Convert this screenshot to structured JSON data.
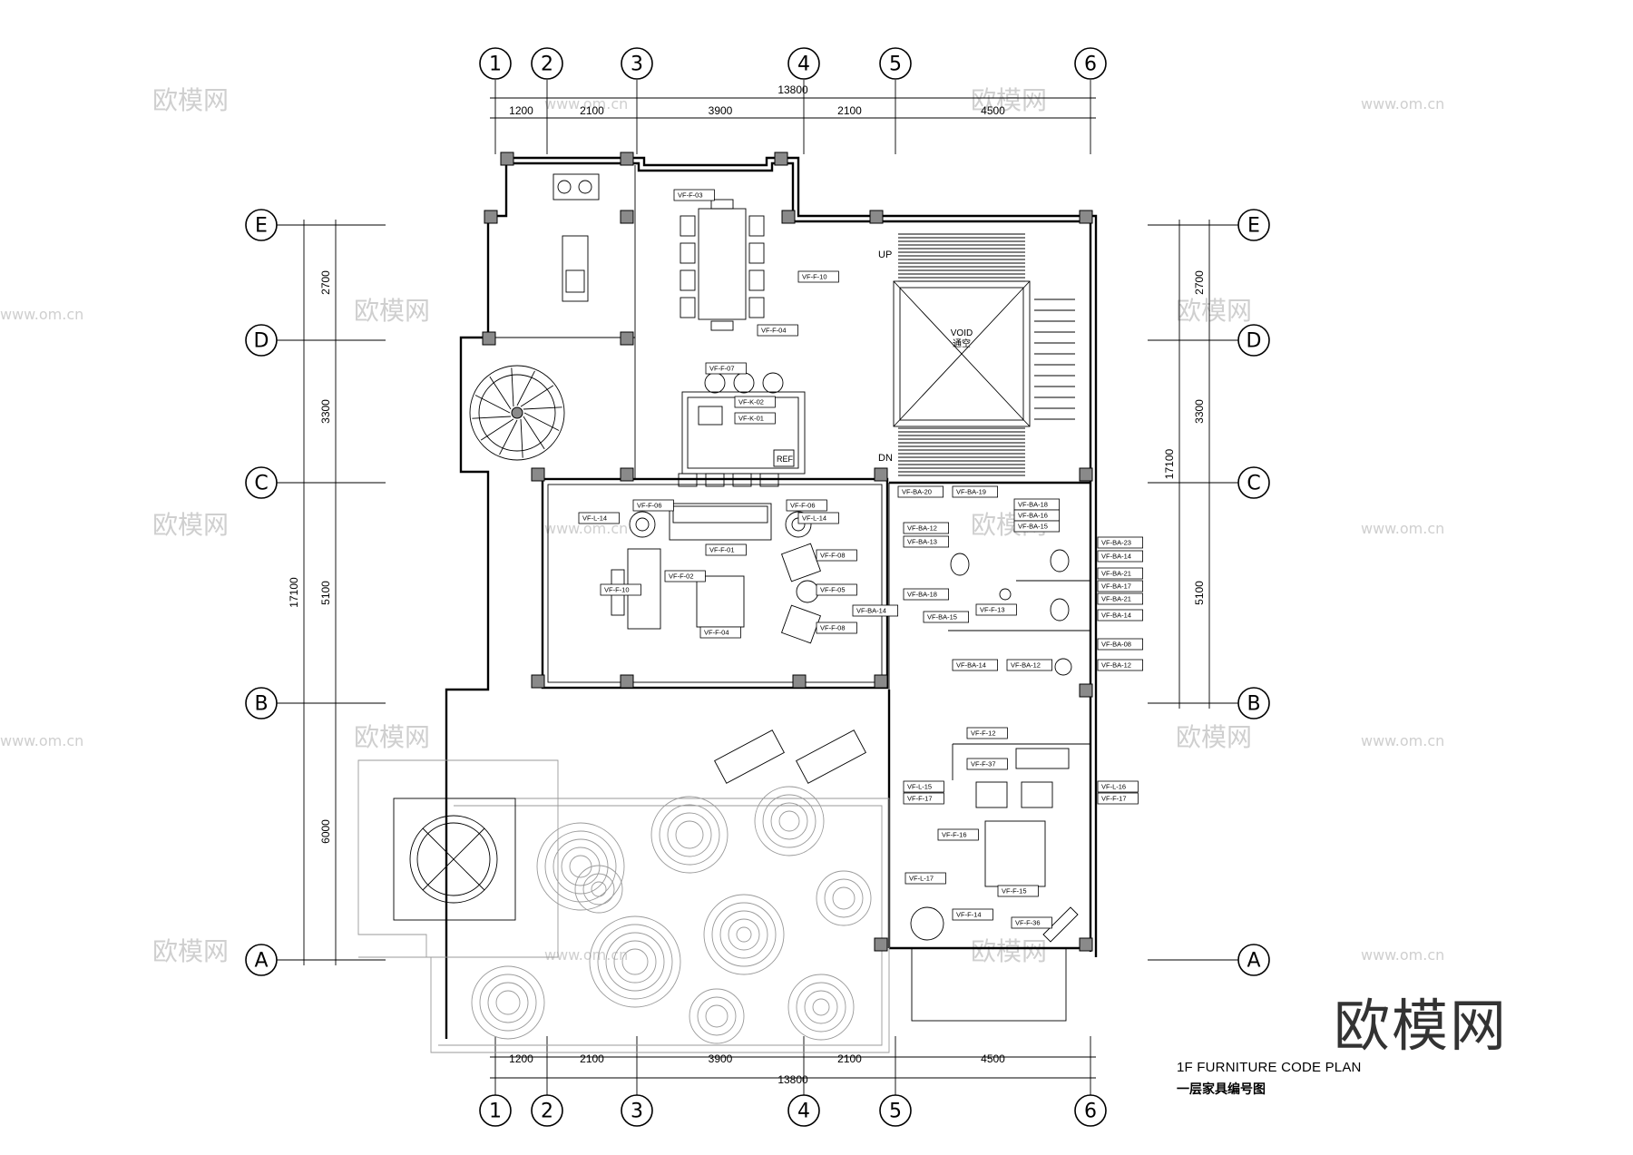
{
  "plan": {
    "title": "1F FURNITURE CODE PLAN",
    "subtitle": "一层家具编号图",
    "brand": "欧模网",
    "watermark_text": "欧模网",
    "watermark_url": "www.om.cn",
    "void_label": "VOID",
    "void_label_cn": "通空",
    "stair_up": "UP",
    "stair_down": "DN",
    "fridge_label": "REF"
  },
  "grid": {
    "columns": [
      "1",
      "2",
      "3",
      "4",
      "5",
      "6"
    ],
    "rows": [
      "E",
      "D",
      "C",
      "B",
      "A"
    ],
    "col_dims": [
      "1200",
      "2100",
      "3900",
      "2100",
      "4500"
    ],
    "col_total": "13800",
    "row_dims": [
      "2700",
      "3300",
      "5100",
      "6000"
    ],
    "row_total": "17100",
    "right_row_dims": [
      "2700",
      "3300",
      "5100"
    ],
    "right_row_total": "17100"
  },
  "tags": [
    "VF-F-03",
    "VF-F-10",
    "VF-F-04",
    "VF-F-07",
    "VF-K-02",
    "VF-K-01",
    "VF-F-06",
    "VF-L-14",
    "VF-F-01",
    "VF-F-06",
    "VF-L-14",
    "VF-F-10",
    "VF-F-02",
    "VF-F-04",
    "VF-F-08",
    "VF-F-05",
    "VF-F-08",
    "VF-BA-20",
    "VF-BA-19",
    "VF-BA-12",
    "VF-BA-13",
    "VF-BA-18",
    "VF-BA-16",
    "VF-BA-15",
    "VF-BA-23",
    "VF-BA-14",
    "VF-BA-21",
    "VF-BA-17",
    "VF-BA-21",
    "VF-BA-14",
    "VF-BA-18",
    "VF-BA-15",
    "VF-BA-14",
    "VF-F-13",
    "VF-BA-14",
    "VF-BA-12",
    "VF-BA-08",
    "VF-BA-12",
    "VF-F-12",
    "VF-F-37",
    "VF-L-15",
    "VF-F-17",
    "VF-L-16",
    "VF-F-17",
    "VF-F-16",
    "VF-F-15",
    "VF-L-17",
    "VF-F-14",
    "VF-F-36"
  ]
}
